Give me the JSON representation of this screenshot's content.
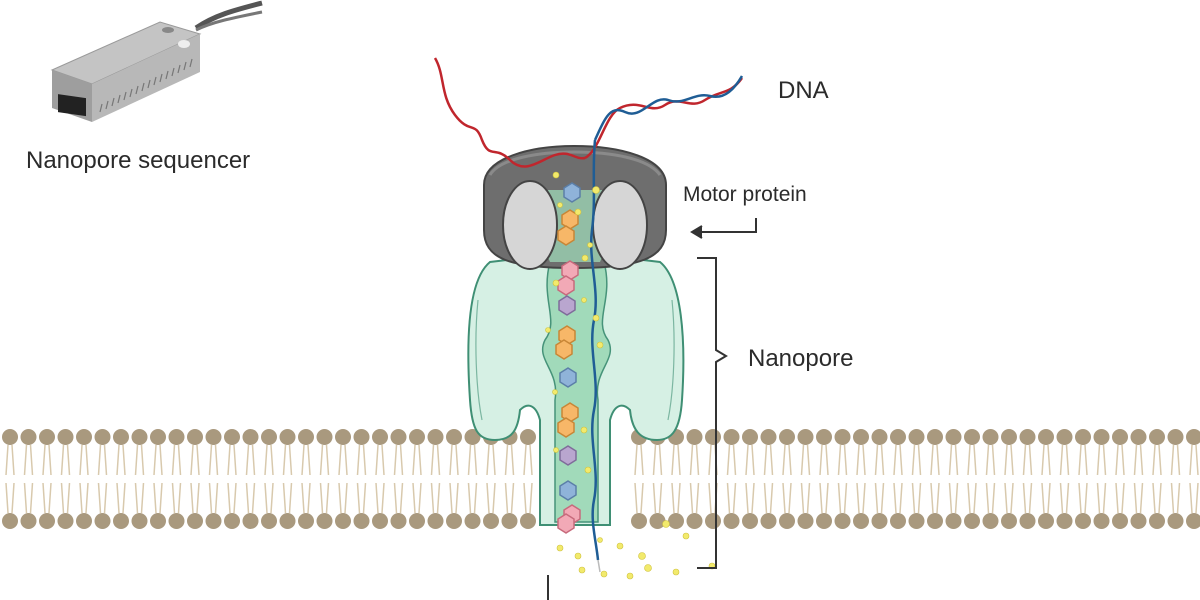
{
  "labels": {
    "sequencer": "Nanopore sequencer",
    "dna": "DNA",
    "motor_protein": "Motor protein",
    "nanopore": "Nanopore"
  },
  "colors": {
    "membrane_head": "#a9997e",
    "membrane_tail": "#d8c9ad",
    "pore_fill": "#d6f0e4",
    "pore_channel": "#9fd9b8",
    "pore_stroke": "#3f8f74",
    "motor_dark": "#6e6e6e",
    "motor_light": "#d6d6d6",
    "dna_red": "#c0262d",
    "dna_blue": "#1f5d95",
    "nucleotide_pink": "#f2a9b6",
    "nucleotide_purple": "#b9a6cf",
    "nucleotide_orange": "#f7b768",
    "nucleotide_blue": "#8fb3d9",
    "ion_yellow": "#f2ea6c"
  }
}
